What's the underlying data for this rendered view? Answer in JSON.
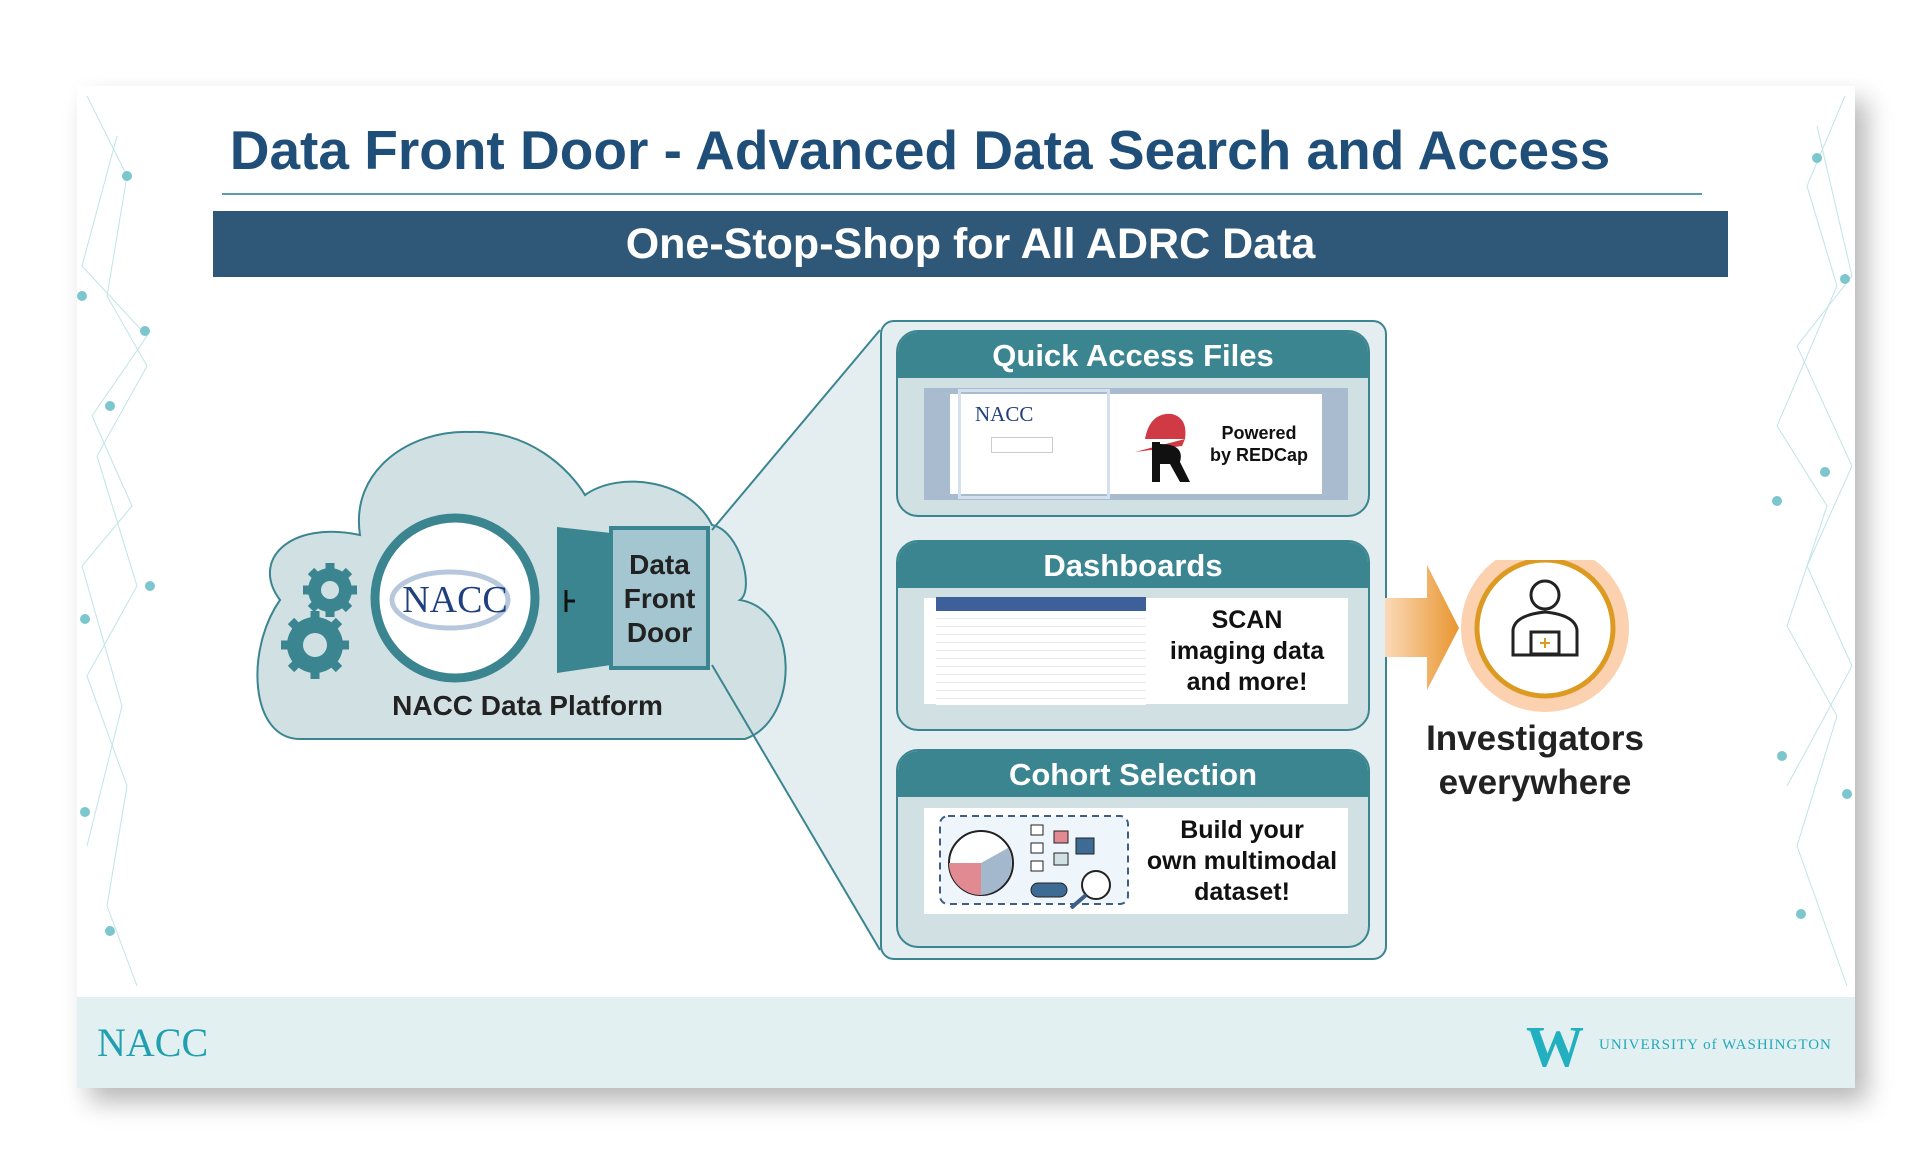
{
  "title": "Data Front Door - Advanced Data Search and Access",
  "banner": "One-Stop-Shop for All ADRC Data",
  "platform": {
    "label": "NACC Data Platform",
    "logo": "NACC",
    "door_label": [
      "Data",
      "Front",
      "Door"
    ]
  },
  "sections": [
    {
      "title": "Quick Access Files",
      "caption": [
        "Powered",
        "by REDCap"
      ],
      "thumb_logo": "NACC"
    },
    {
      "title": "Dashboards",
      "caption": [
        "SCAN",
        "imaging data",
        "and more!"
      ]
    },
    {
      "title": "Cohort Selection",
      "caption": [
        "Build your",
        "own multimodal",
        "dataset!"
      ]
    }
  ],
  "investigators": [
    "Investigators",
    "everywhere"
  ],
  "footer": {
    "left_logo": "NACC",
    "right_logo_mark": "W",
    "right_logo_text": "UNIVERSITY of WASHINGTON"
  },
  "colors": {
    "navy": "#1f4e79",
    "teal": "#3b8591",
    "banner": "#2f5878",
    "orange": "#f0a860"
  }
}
